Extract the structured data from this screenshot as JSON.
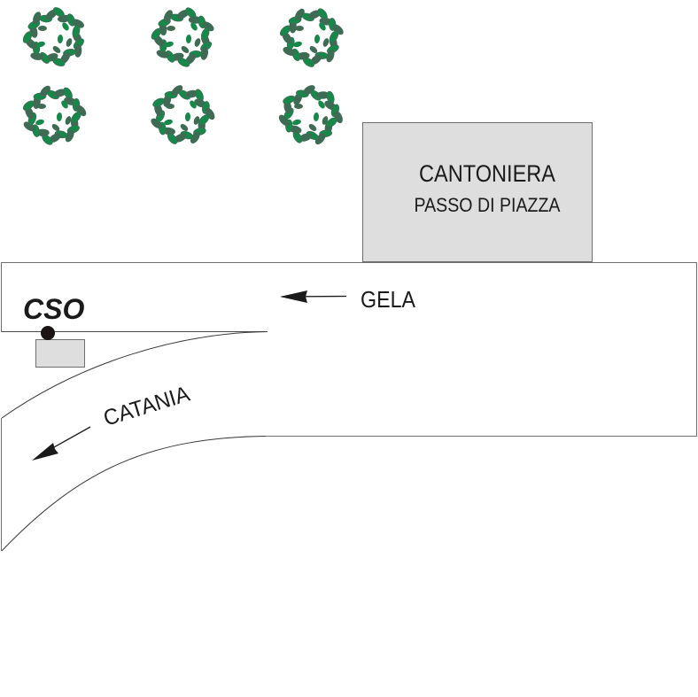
{
  "diagram": {
    "building": {
      "title": "CANTONIERA",
      "subtitle": "PASSO DI PIAZZA",
      "fill": "#dedede",
      "stroke": "#6e6e6e"
    },
    "directions": {
      "gela": "GELA",
      "catania": "CATANIA"
    },
    "station": {
      "label": "CSO",
      "cabinet_fill": "#dedede",
      "marker_color": "#1a1413"
    },
    "trees": {
      "count": 6,
      "leaf_dark": "#3f6b55",
      "leaf_light": "#16894a"
    },
    "road_stroke": "#6e6e6e"
  }
}
